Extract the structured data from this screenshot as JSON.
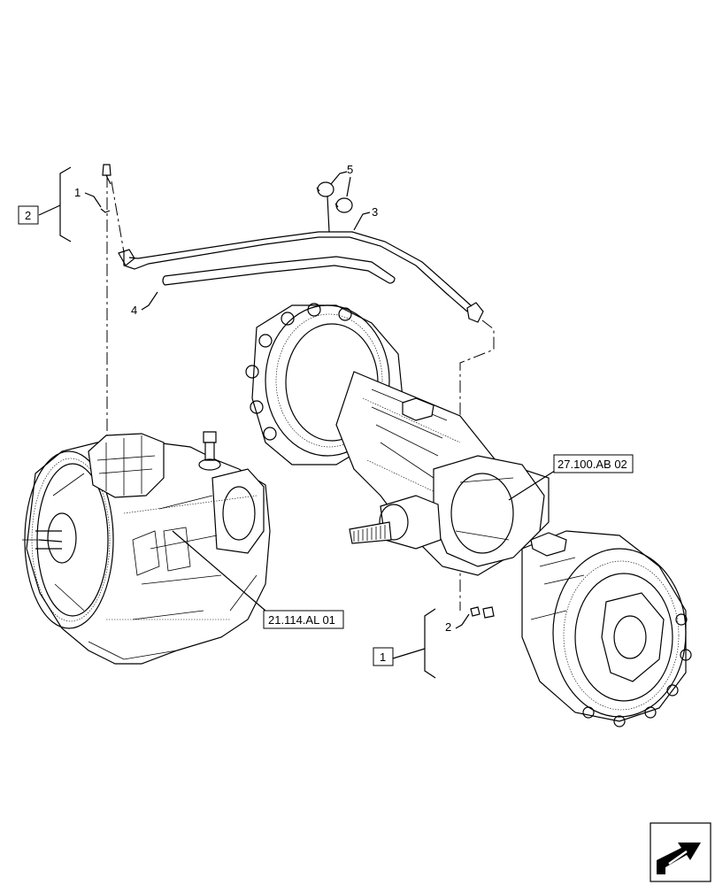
{
  "callouts": {
    "c1_top": "1",
    "c2_box": "2",
    "c3": "3",
    "c4": "4",
    "c5": "5",
    "c2_bottom": "2",
    "c1_box": "1"
  },
  "references": {
    "transmission": "21.114.AL 01",
    "axle": "27.100.AB 02"
  },
  "icons": {
    "corner": "next-page-arrow-icon"
  }
}
